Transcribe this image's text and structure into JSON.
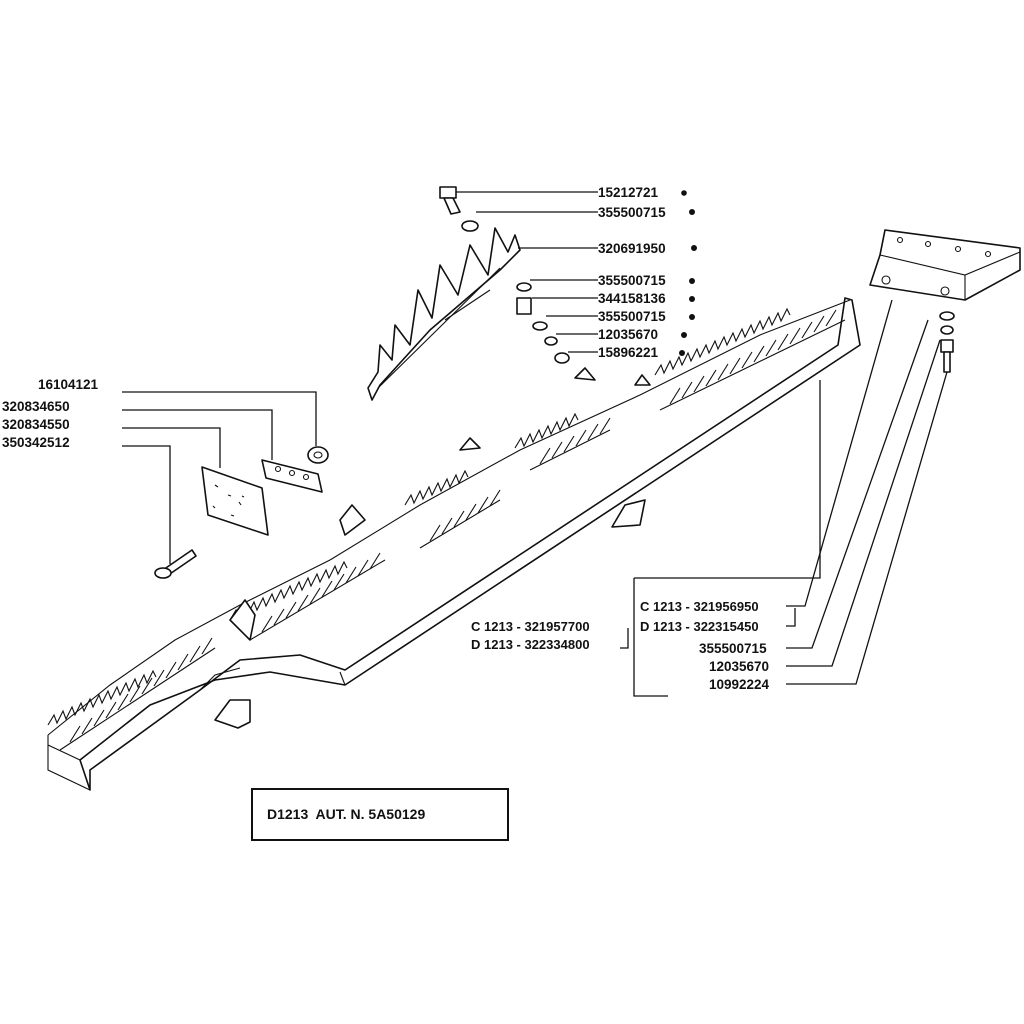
{
  "title_box": {
    "text": "D1213  AUT. N. 5A50129"
  },
  "callouts_top": [
    {
      "code": "15212721",
      "marked": true
    },
    {
      "code": "355500715",
      "marked": true
    },
    {
      "code": "320691950",
      "marked": true
    },
    {
      "code": "355500715",
      "marked": true
    },
    {
      "code": "344158136",
      "marked": true
    },
    {
      "code": "355500715",
      "marked": true
    },
    {
      "code": "12035670",
      "marked": true
    },
    {
      "code": "15896221",
      "marked": true
    }
  ],
  "callouts_left": [
    {
      "code": "16104121"
    },
    {
      "code": "320834650"
    },
    {
      "code": "320834550"
    },
    {
      "code": "350342512"
    }
  ],
  "callouts_center": [
    {
      "code": "C 1213  - 321957700"
    },
    {
      "code": "D 1213  - 322334800"
    }
  ],
  "callouts_right": [
    {
      "code": "C 1213  - 321956950"
    },
    {
      "code": "D 1213  - 322315450"
    },
    {
      "code": "355500715"
    },
    {
      "code": "12035670"
    },
    {
      "code": "10992224"
    }
  ]
}
